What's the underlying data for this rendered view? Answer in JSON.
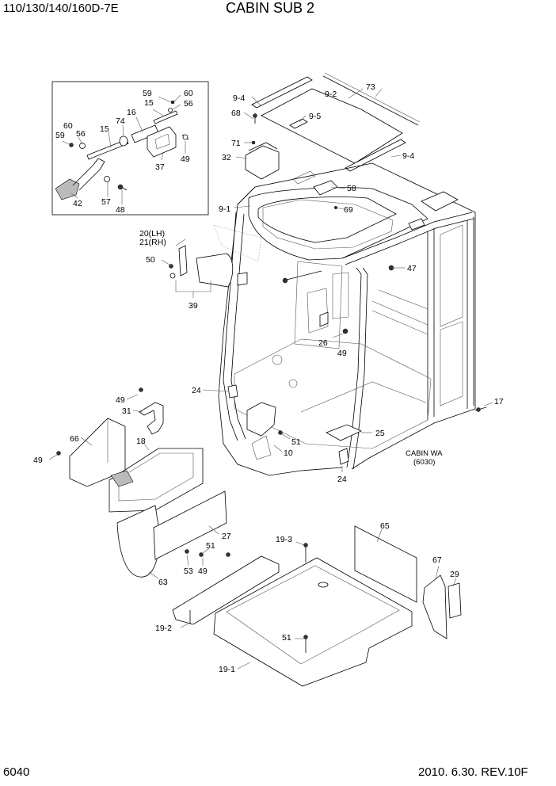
{
  "header": {
    "model": "110/130/140/160D-7E",
    "title": "CABIN SUB 2"
  },
  "footer": {
    "page_number": "6040",
    "date_revision": "2010. 6.30.  REV.10F"
  },
  "note": {
    "line1": "CABIN WA",
    "line2": "(6030)"
  },
  "callouts": {
    "c73": "73",
    "c9_4a": "9-4",
    "c9_2": "9-2",
    "c68": "68",
    "c9_5": "9-5",
    "c71": "71",
    "c32": "32",
    "c9_4b": "9-4",
    "c58": "58",
    "c9_1": "9-1",
    "c69": "69",
    "c47": "47",
    "c20": "20(LH)",
    "c21": "21(RH)",
    "c50": "50",
    "c39": "39",
    "c26": "26",
    "c49a": "49",
    "c24a": "24",
    "c49b": "49",
    "c31": "31",
    "c66": "66",
    "c18": "18",
    "c49c": "49",
    "c51a": "51",
    "c10": "10",
    "c25": "25",
    "c24b": "24",
    "c17": "17",
    "c65": "65",
    "c19_3": "19-3",
    "c27": "27",
    "c51b": "51",
    "c53": "53",
    "c49d": "49",
    "c63": "63",
    "c67": "67",
    "c29": "29",
    "c19_2": "19-2",
    "c51c": "51",
    "c19_1": "19-1",
    "i59a": "59",
    "i60a": "60",
    "i15a": "15",
    "i56a": "56",
    "i16": "16",
    "i74": "74",
    "i15b": "15",
    "i60b": "60",
    "i56b": "56",
    "i59b": "59",
    "i37": "37",
    "i49": "49",
    "i42": "42",
    "i57": "57",
    "i48": "48"
  }
}
